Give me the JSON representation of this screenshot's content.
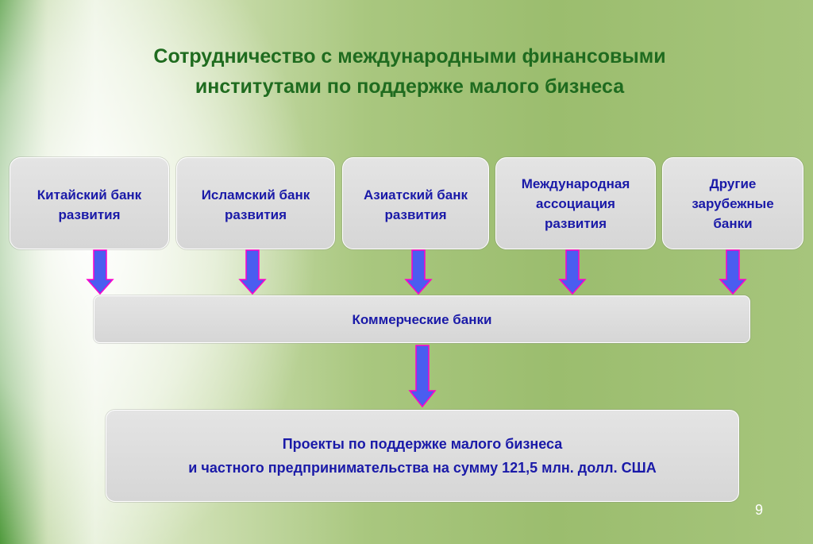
{
  "title": {
    "line1": "Сотрудничество с международными финансовыми",
    "line2": "институтами по поддержке малого бизнеса"
  },
  "institutions": [
    {
      "lines": [
        "Китайский банк",
        "развития"
      ]
    },
    {
      "lines": [
        "Исламский банк",
        "развития"
      ]
    },
    {
      "lines": [
        "Азиатский банк",
        "развития"
      ]
    },
    {
      "lines": [
        "Международная",
        "ассоциация",
        "развития"
      ]
    },
    {
      "lines": [
        "Другие",
        "зарубежные",
        "банки"
      ]
    }
  ],
  "commercial_banks": "Коммерческие банки",
  "projects": {
    "line1": "Проекты по поддержке малого бизнеса",
    "line2": "и частного предпринимательства на сумму 121,5 млн. долл. США"
  },
  "page_number": "9",
  "colors": {
    "title": "#1f6b1f",
    "box_text": "#1a1aa8",
    "arrow_fill": "#4a5df0",
    "arrow_outline": "#ff00cc"
  }
}
